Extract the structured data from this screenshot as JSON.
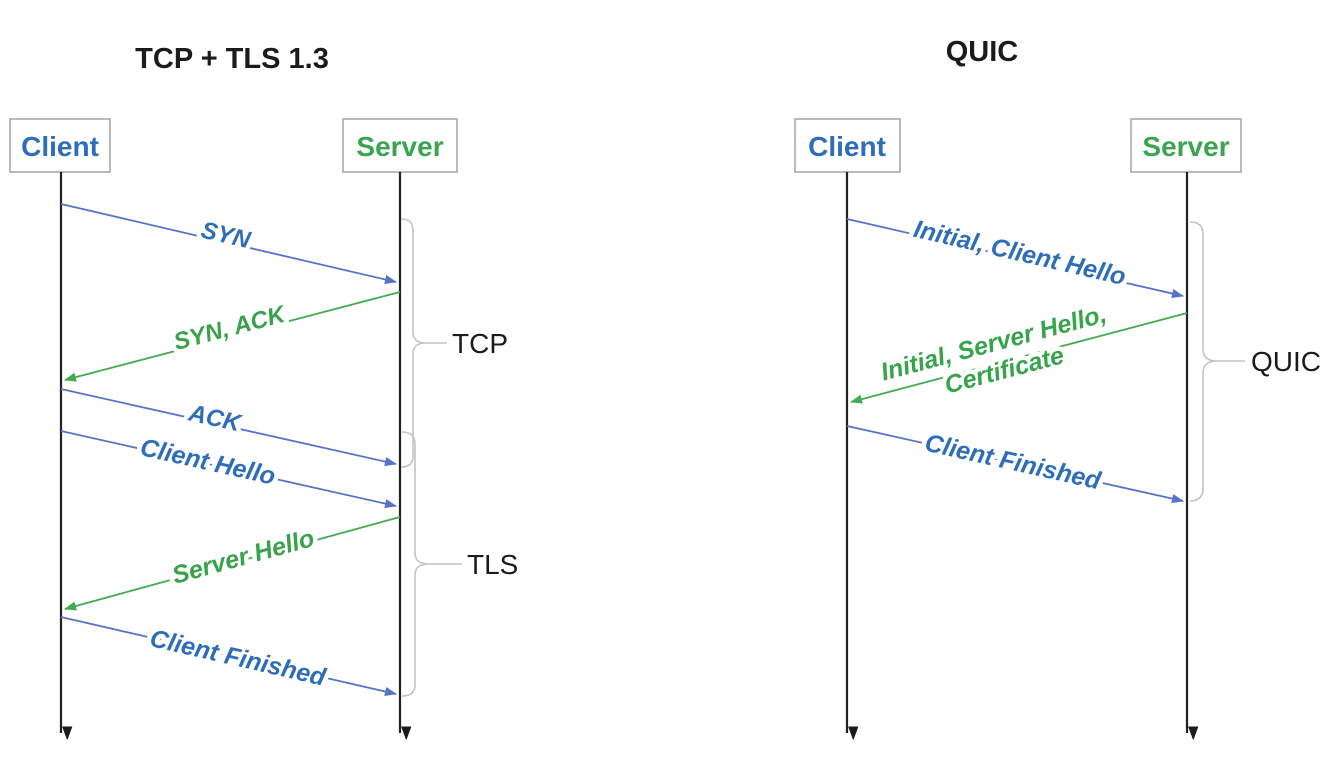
{
  "diagram_type": "sequence-comparison",
  "colors": {
    "blue_text": "#2e6db8",
    "blue_arrow": "#5574c8",
    "green_text": "#37a34b",
    "green_arrow": "#43ab51",
    "lifeline": "#222222",
    "brace": "#c3c3c3",
    "actor_box_border": "#a9a9a9",
    "title_text": "#1b1b1b"
  },
  "panels": {
    "left": {
      "title": "TCP + TLS 1.3",
      "actors": {
        "client": {
          "label": "Client"
        },
        "server": {
          "label": "Server"
        }
      },
      "messages": [
        {
          "label": "SYN",
          "from": "Client",
          "to": "Server",
          "color": "blue",
          "emphasis": "bold"
        },
        {
          "label": "SYN, ACK",
          "from": "Server",
          "to": "Client",
          "color": "green",
          "emphasis": "bold"
        },
        {
          "label": "ACK",
          "from": "Client",
          "to": "Server",
          "color": "blue",
          "emphasis": "bold"
        },
        {
          "label": "Client Hello",
          "from": "Client",
          "to": "Server",
          "color": "blue",
          "emphasis": "normal"
        },
        {
          "label": "Server Hello",
          "from": "Server",
          "to": "Client",
          "color": "green",
          "emphasis": "normal"
        },
        {
          "label": "Client Finished",
          "from": "Client",
          "to": "Server",
          "color": "blue",
          "emphasis": "normal"
        }
      ],
      "phase_braces": [
        {
          "label": "TCP",
          "covers": [
            "SYN",
            "SYN, ACK",
            "ACK"
          ]
        },
        {
          "label": "TLS",
          "covers": [
            "Client Hello",
            "Server Hello",
            "Client Finished"
          ]
        }
      ]
    },
    "right": {
      "title": "QUIC",
      "actors": {
        "client": {
          "label": "Client"
        },
        "server": {
          "label": "Server"
        }
      },
      "messages": [
        {
          "label": "Initial, Client Hello",
          "from": "Client",
          "to": "Server",
          "color": "blue",
          "emphasis": "normal"
        },
        {
          "label": "Initial, Server Hello, Certificate",
          "label_lines": [
            "Initial, Server Hello,",
            "Certificate"
          ],
          "from": "Server",
          "to": "Client",
          "color": "green",
          "emphasis": "normal"
        },
        {
          "label": "Client Finished",
          "from": "Client",
          "to": "Server",
          "color": "blue",
          "emphasis": "normal"
        }
      ],
      "phase_braces": [
        {
          "label": "QUIC",
          "covers": [
            "Initial, Client Hello",
            "Initial, Server Hello, Certificate",
            "Client Finished"
          ]
        }
      ]
    }
  }
}
